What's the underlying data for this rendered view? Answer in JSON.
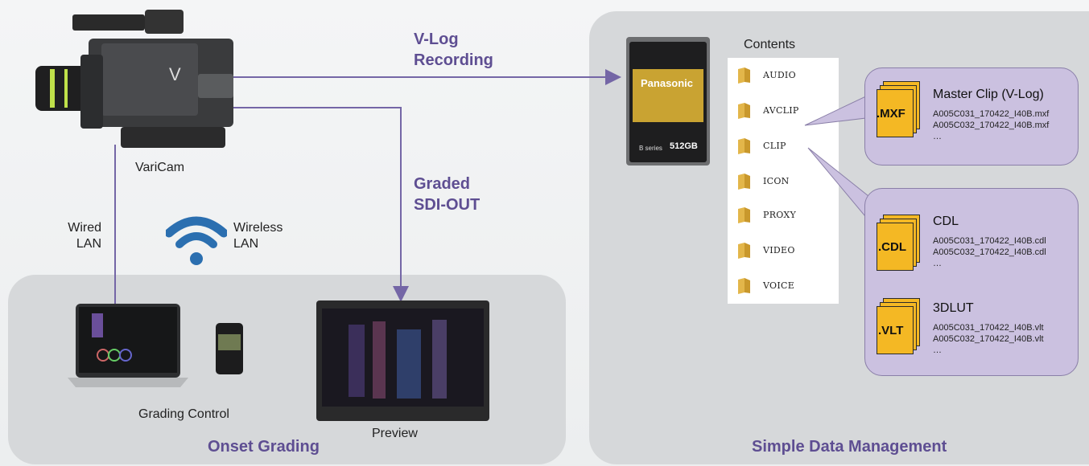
{
  "labels": {
    "vlog_recording": "V-Log\nRecording",
    "graded_sdi": "Graded\nSDI-OUT",
    "varicam": "VariCam",
    "wired_lan": "Wired\nLAN",
    "wireless_lan": "Wireless\nLAN",
    "grading_control": "Grading Control",
    "preview": "Preview",
    "onset_grading": "Onset Grading",
    "simple_data_management": "Simple Data Management",
    "contents": "Contents"
  },
  "card": {
    "brand": "Panasonic",
    "series": "B series",
    "capacity": "512GB"
  },
  "folders": [
    "AUDIO",
    "AVCLIP",
    "CLIP",
    "ICON",
    "PROXY",
    "VIDEO",
    "VOICE"
  ],
  "files": {
    "mxf": {
      "ext": ".MXF",
      "title": "Master Clip (V-Log)",
      "lines": [
        "A005C031_170422_I40B.mxf",
        "A005C032_170422_I40B.mxf",
        "…"
      ]
    },
    "cdl": {
      "ext": ".CDL",
      "title": "CDL",
      "lines": [
        "A005C031_170422_I40B.cdl",
        "A005C032_170422_I40B.cdl",
        "…"
      ]
    },
    "vlt": {
      "ext": ".VLT",
      "title": "3DLUT",
      "lines": [
        "A005C031_170422_I40B.vlt",
        "A005C032_170422_I40B.vlt",
        "…"
      ]
    }
  },
  "colors": {
    "accent": "#5e4e92",
    "arrow": "#7466a6",
    "panel": "#d6d8da",
    "bubble": "#cbc1e0",
    "doc": "#f4b824"
  }
}
